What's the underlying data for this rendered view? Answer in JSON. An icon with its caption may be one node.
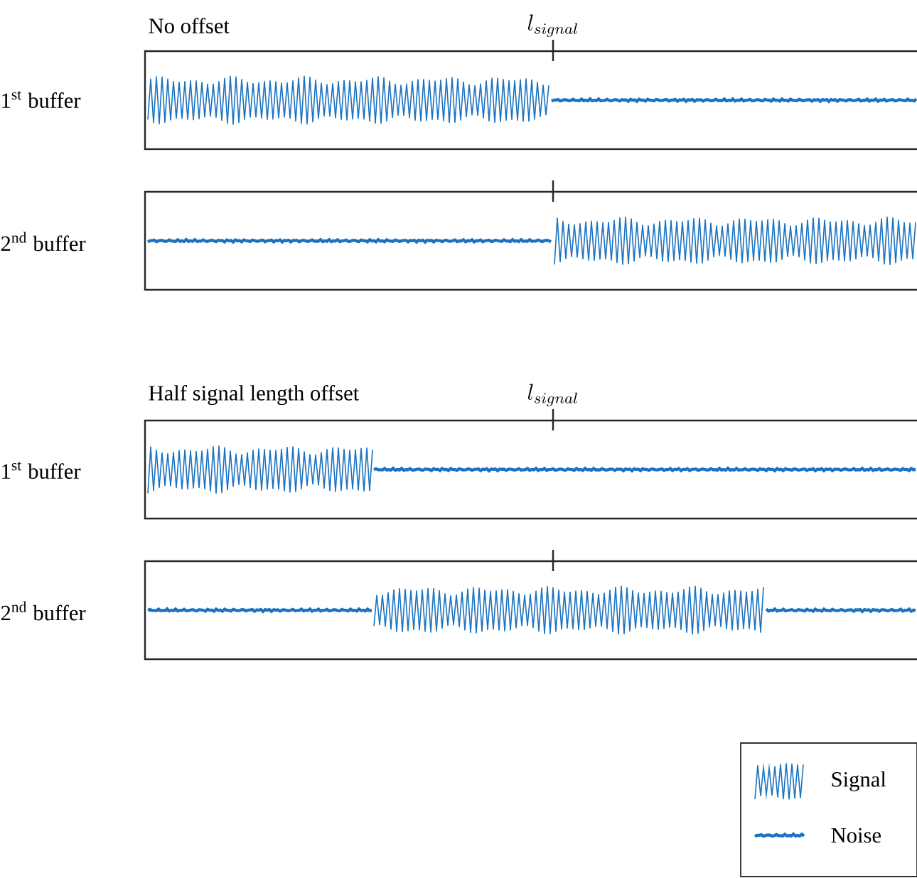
{
  "diagram": {
    "labels": [
      "No offset",
      "l_{signal}",
      "1$^{st}$ buffer",
      "2$^{nd}$ buffer",
      "Half signal length offset",
      "l_{signal}",
      "1$^{st}$ buffer",
      "2$^{nd}$ buffer"
    ],
    "legend": [
      {
        "text": "Signal"
      },
      {
        "text": "Noise"
      }
    ]
  }
}
